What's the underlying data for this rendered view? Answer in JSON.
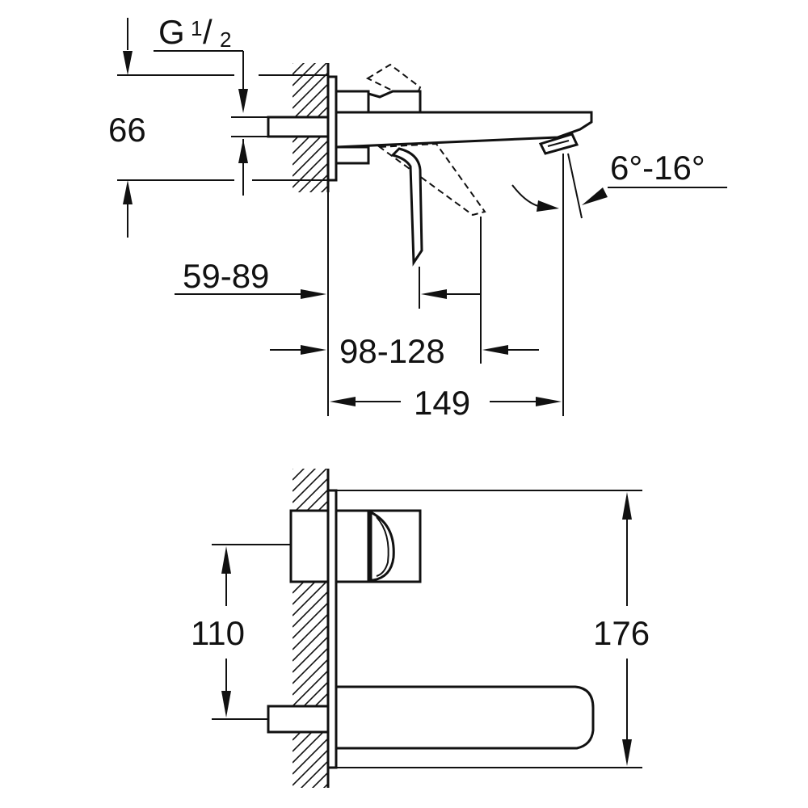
{
  "dimensions": {
    "thread": {
      "main": "G",
      "numerator": "1",
      "slash": "/",
      "denominator": "2"
    },
    "height_66": "66",
    "angle": "6°-16°",
    "wall_depth": "59-89",
    "lever_reach": "98-128",
    "spout_reach": "149",
    "center_distance": "110",
    "total_height": "176"
  },
  "colors": {
    "line": "#111111",
    "background": "#ffffff"
  }
}
